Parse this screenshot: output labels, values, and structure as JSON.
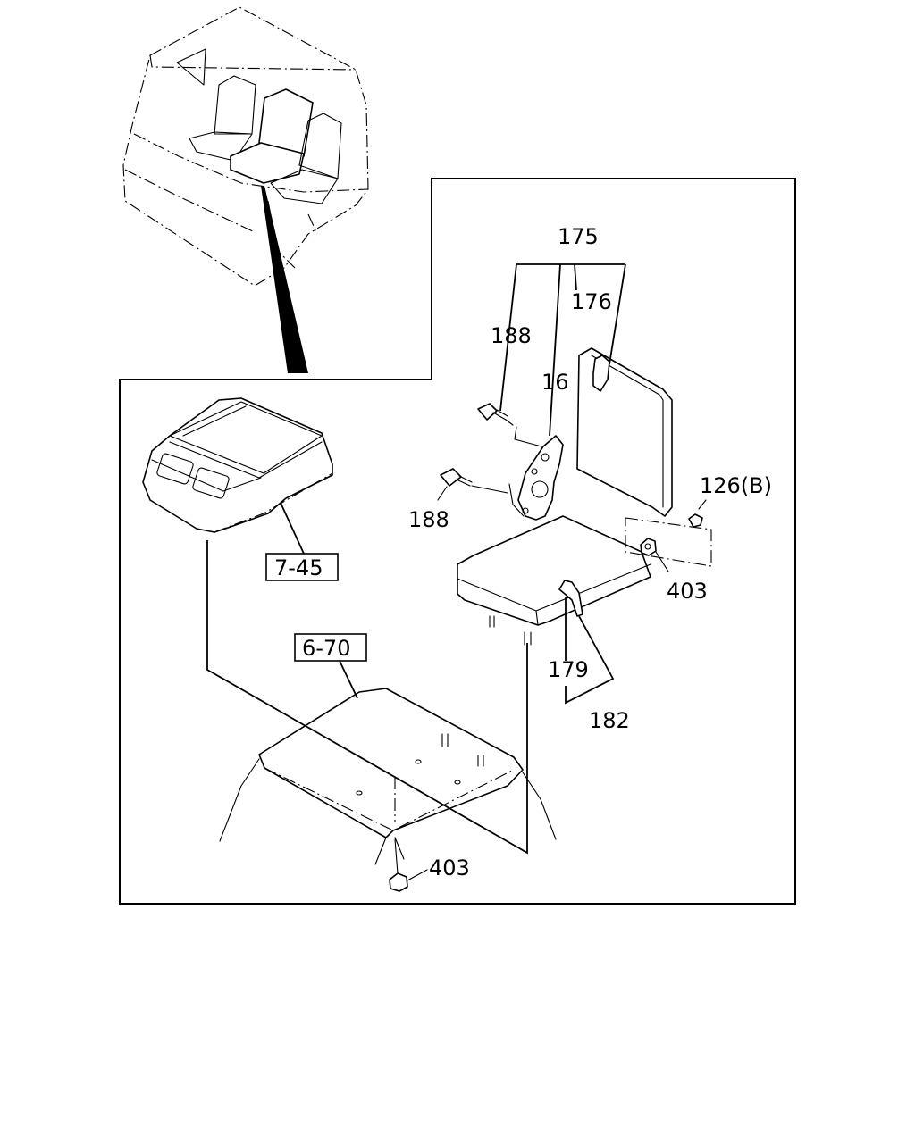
{
  "callouts": {
    "c175": "175",
    "c176": "176",
    "c188_top": "188",
    "c16": "16",
    "c188_left": "188",
    "c126b": "126(B)",
    "c403_right": "403",
    "c179": "179",
    "c182": "182",
    "c403_bottom": "403"
  },
  "refs": {
    "r745": "7-45",
    "r670": "6-70"
  },
  "icons": {
    "vehicle_cab": "cab-interior-overview-icon",
    "console": "console-box-icon",
    "seat_back": "seat-back-icon",
    "seat_cushion": "seat-cushion-icon",
    "hinge": "hinge-bracket-icon",
    "bolt": "bolt-icon",
    "nut": "nut-icon",
    "floor_mount": "floor-bracket-icon"
  }
}
